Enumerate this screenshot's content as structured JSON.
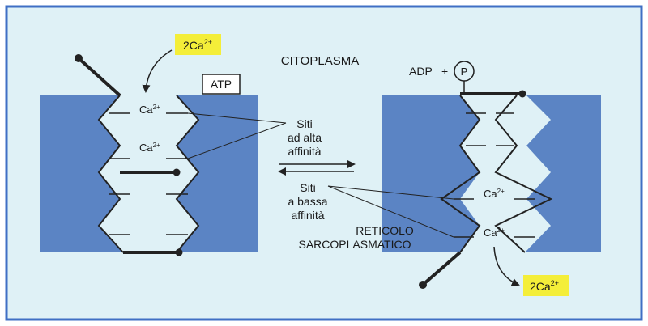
{
  "colors": {
    "background": "#dff1f6",
    "frame": "#3f6fc4",
    "membrane": "#5b84c4",
    "highlight": "#f4ee39",
    "line": "#222222"
  },
  "labels": {
    "cytoplasm": "CITOPLASMA",
    "high_affinity": [
      "Siti",
      "ad alta",
      "affinità"
    ],
    "low_affinity": [
      "Siti",
      "a bassa",
      "affinità"
    ],
    "reticulum": [
      "RETICOLO",
      "SARCOPLASMATICO"
    ],
    "atp": "ATP",
    "adp": "ADP",
    "plus": "+",
    "phosphate": "P",
    "calcium_in": {
      "base": "2Ca",
      "sup": "2+"
    },
    "calcium_out": {
      "base": "2Ca",
      "sup": "2+"
    }
  },
  "left_pump": {
    "sites": [
      {
        "base": "Ca",
        "sup": "2+"
      },
      {
        "base": "Ca",
        "sup": "2+"
      }
    ]
  },
  "right_pump": {
    "sites": [
      {
        "base": "Ca",
        "sup": "2+"
      },
      {
        "base": "Ca",
        "sup": "2+"
      }
    ]
  }
}
